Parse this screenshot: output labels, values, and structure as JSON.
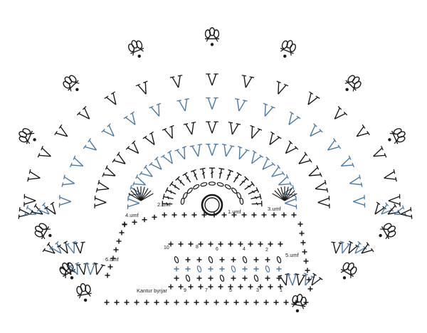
{
  "colors": {
    "black": "#1a1a1a",
    "blue": "#4a7aa8",
    "background": "#ffffff"
  },
  "round_labels": {
    "r1": "1.umf",
    "r2": "2.umf",
    "r3": "3.umf",
    "r4": "4.umf",
    "r5": "5.umf",
    "r6": "6.umf"
  },
  "start_label": "Kantur byrjar",
  "stitch_numbers": {
    "top": [
      "10",
      "8",
      "6",
      "4",
      "2"
    ],
    "bottom": [
      "9",
      "7",
      "5",
      "3",
      "1"
    ]
  },
  "legend_icons": [
    "chain-stitch",
    "single-crochet-cross",
    "treble-crochet-t",
    "fan-cluster",
    "picot-loop",
    "slip-stitch-dot"
  ]
}
